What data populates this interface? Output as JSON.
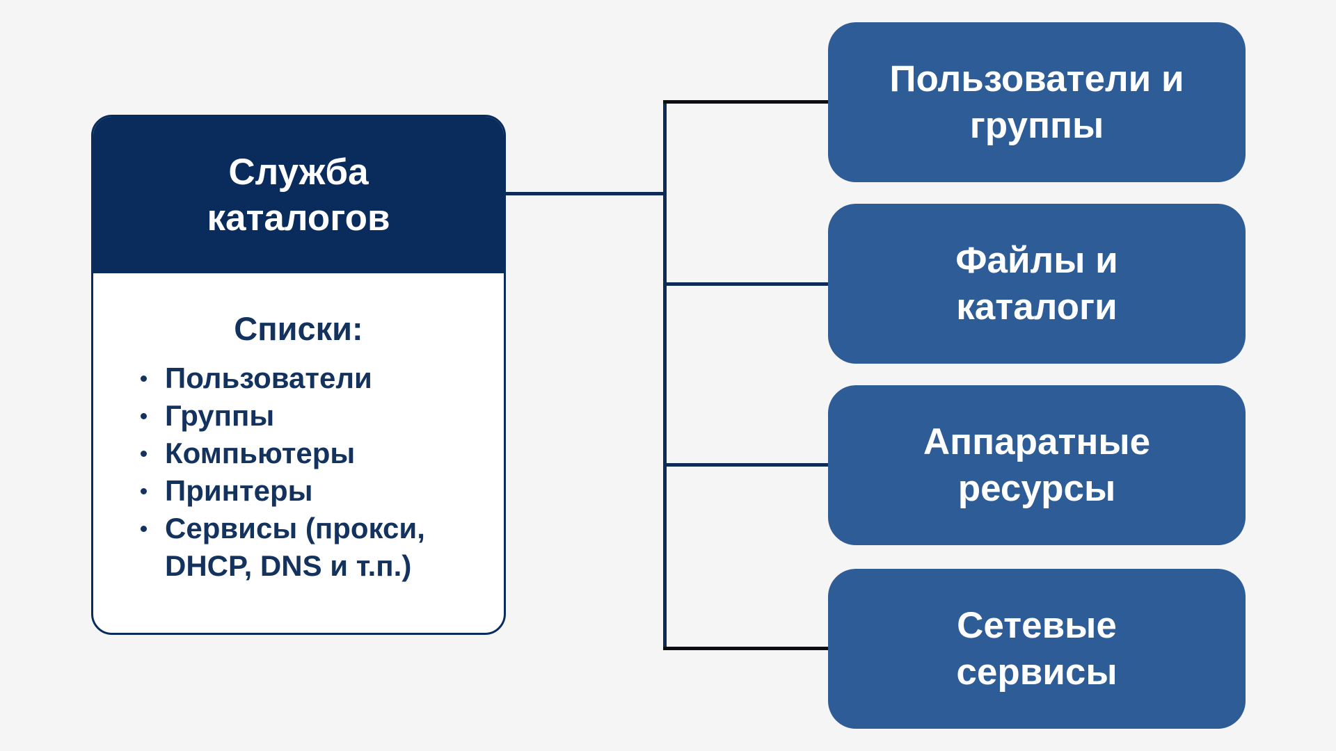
{
  "colors": {
    "background": "#f5f5f6",
    "dark_navy": "#0a2c5c",
    "box_blue": "#2d5c96",
    "text_navy": "#14325e",
    "connector_navy": "#0d2b56",
    "connector_dark": "#0b0d11",
    "text_white": "#ffffff"
  },
  "root_card": {
    "title_line1": "Служба",
    "title_line2": "каталогов",
    "list_heading": "Списки:",
    "list_items": [
      "Пользователи",
      "Группы",
      "Компьютеры",
      "Принтеры",
      "Сервисы (прокси, DHCP, DNS и т.п.)"
    ]
  },
  "target_boxes": [
    {
      "line1": "Пользователи и",
      "line2": "группы"
    },
    {
      "line1": "Файлы и",
      "line2": "каталоги"
    },
    {
      "line1": "Аппаратные",
      "line2": "ресурсы"
    },
    {
      "line1": "Сетевые",
      "line2": "сервисы"
    }
  ]
}
